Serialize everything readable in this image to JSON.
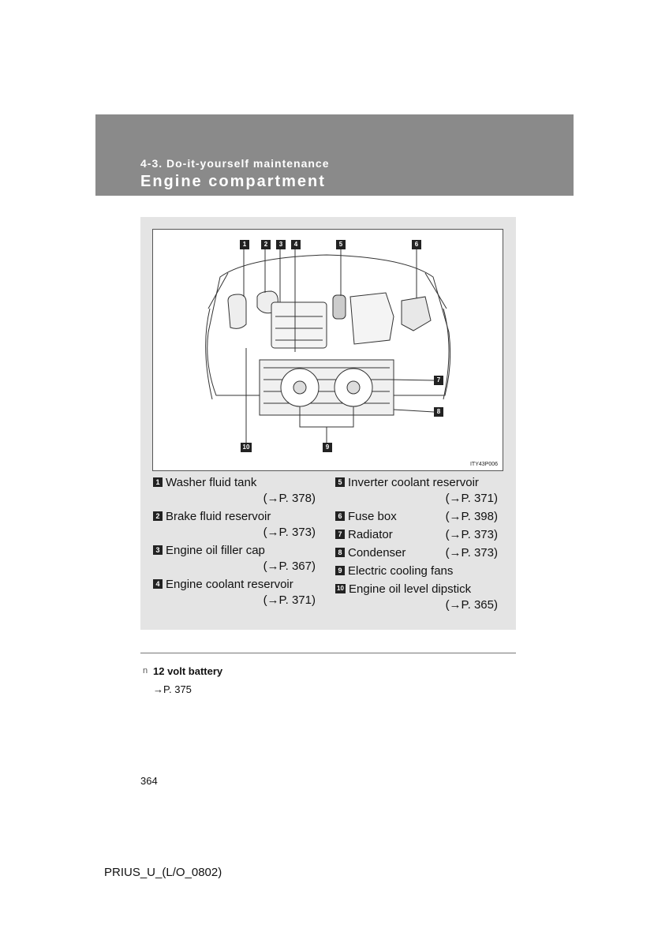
{
  "header": {
    "section": "4-3. Do-it-yourself maintenance",
    "title": "Engine compartment"
  },
  "figure": {
    "code": "ITY43P006",
    "callouts": [
      "1",
      "2",
      "3",
      "4",
      "5",
      "6",
      "7",
      "8",
      "9",
      "10"
    ]
  },
  "legend_left": [
    {
      "num": "1",
      "label": "Washer fluid tank",
      "ref": "(→P. 378)"
    },
    {
      "num": "2",
      "label": "Brake fluid reservoir",
      "ref": "(→P. 373)"
    },
    {
      "num": "3",
      "label": "Engine oil filler cap",
      "ref": "(→P. 367)"
    },
    {
      "num": "4",
      "label": "Engine coolant reservoir",
      "ref": "(→P. 371)"
    }
  ],
  "legend_right": [
    {
      "num": "5",
      "label": "Inverter coolant reservoir",
      "ref": "(→P. 371)"
    },
    {
      "num": "6",
      "label": "Fuse box",
      "ref": "(→P. 398)"
    },
    {
      "num": "7",
      "label": "Radiator",
      "ref": "(→P. 373)"
    },
    {
      "num": "8",
      "label": "Condenser",
      "ref": "(→P. 373)"
    },
    {
      "num": "9",
      "label": "Electric cooling fans",
      "ref": ""
    },
    {
      "num": "10",
      "label": "Engine oil level dipstick",
      "ref": "(→P. 365)"
    }
  ],
  "note": {
    "mark": "n",
    "title": "12 volt battery",
    "ref": "→P. 375"
  },
  "page_number": "364",
  "footer": "PRIUS_U_(L/O_0802)"
}
